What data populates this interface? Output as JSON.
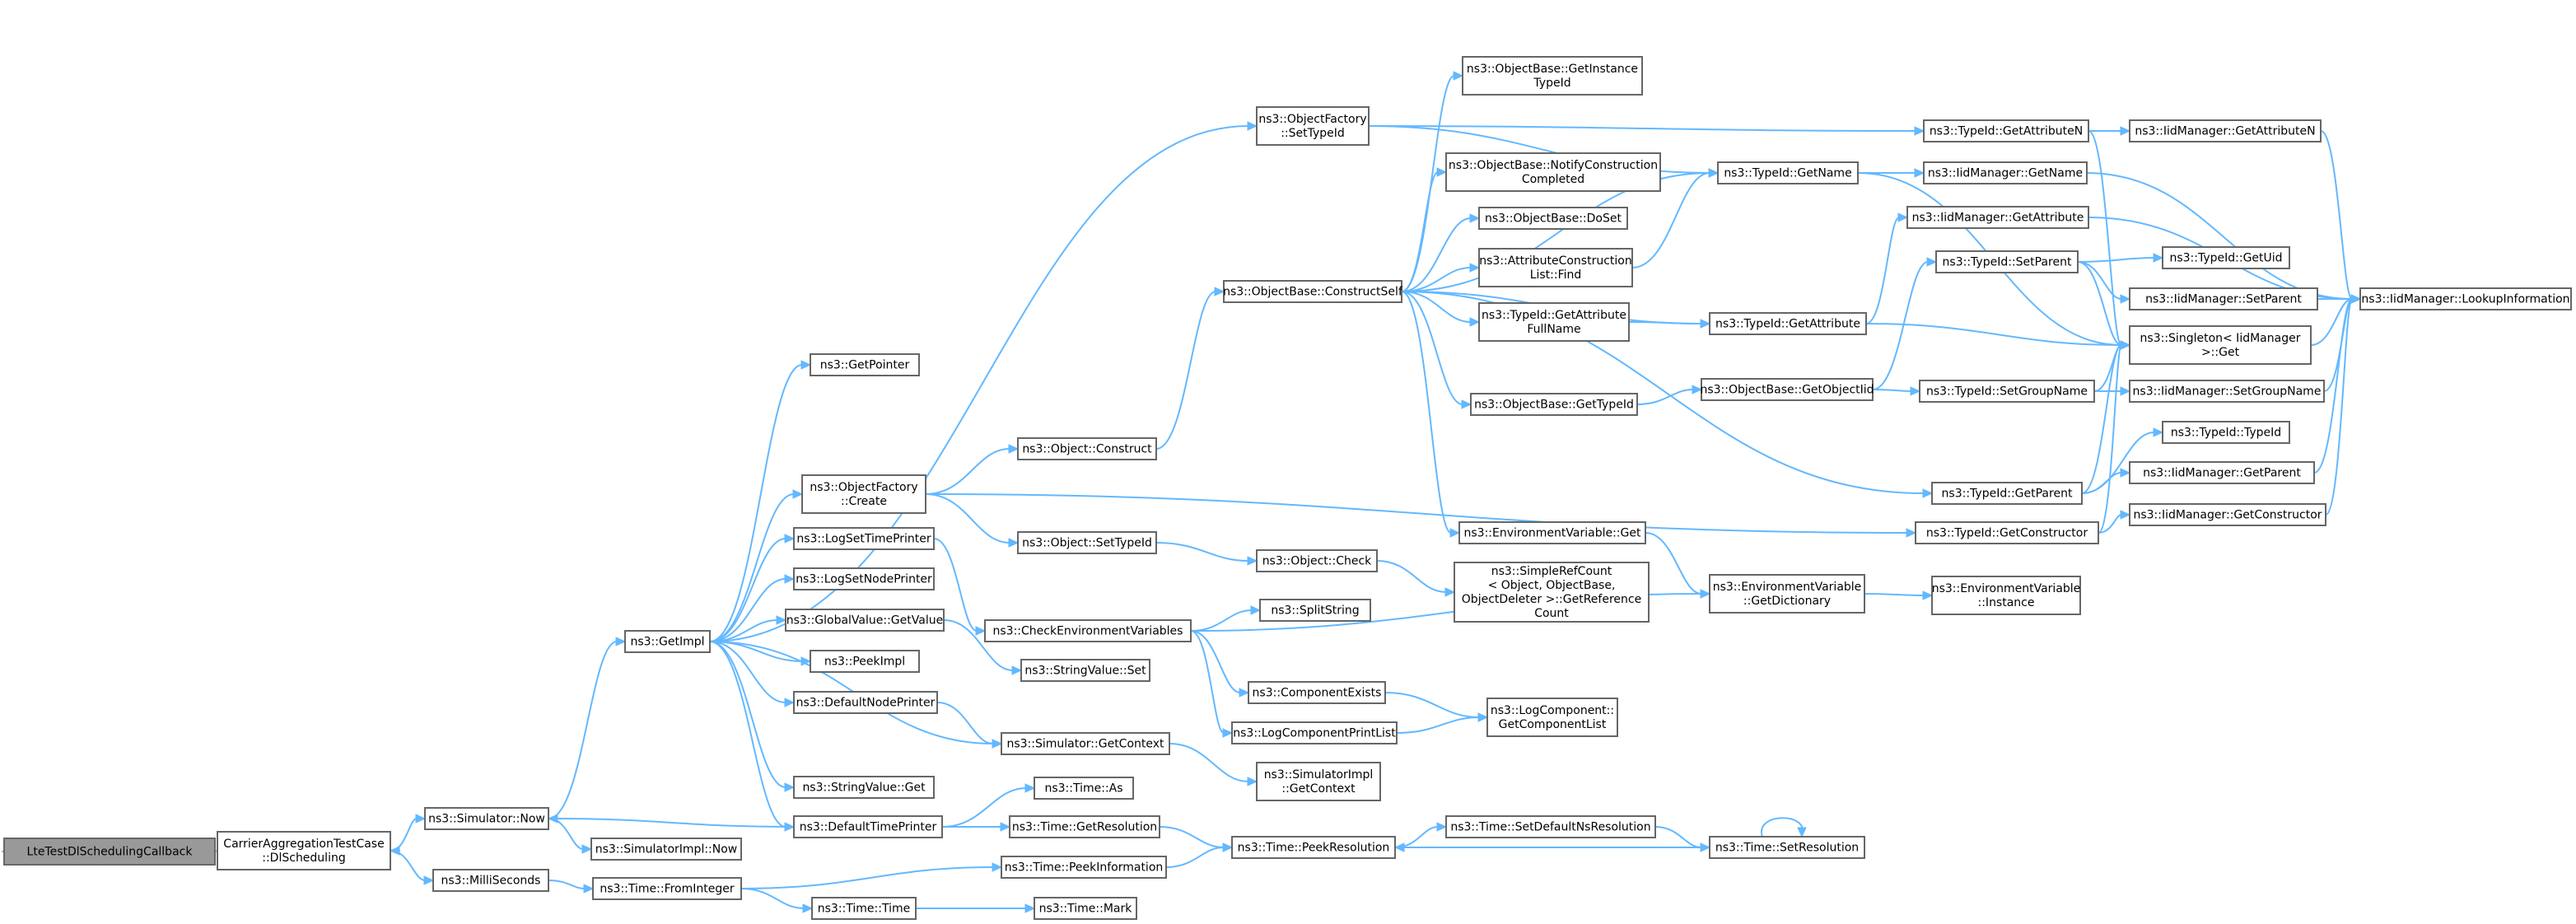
{
  "colors": {
    "edge": "#63b8ff",
    "node_border": "#666666",
    "node_fill": "#ffffff",
    "root_fill": "#999999"
  },
  "nodes": [
    {
      "id": "root",
      "lines": [
        "LteTestDlSchedulingCallback"
      ]
    },
    {
      "id": "dlsched",
      "lines": [
        "CarrierAggregationTestCase",
        "::DlScheduling"
      ]
    },
    {
      "id": "simnow",
      "lines": [
        "ns3::Simulator::Now"
      ]
    },
    {
      "id": "millis",
      "lines": [
        "ns3::MilliSeconds"
      ]
    },
    {
      "id": "getimpl",
      "lines": [
        "ns3::GetImpl"
      ]
    },
    {
      "id": "simimplnow",
      "lines": [
        "ns3::SimulatorImpl::Now"
      ]
    },
    {
      "id": "frominteger",
      "lines": [
        "ns3::Time::FromInteger"
      ]
    },
    {
      "id": "getpointer",
      "lines": [
        "ns3::GetPointer"
      ]
    },
    {
      "id": "ofcreate",
      "lines": [
        "ns3::ObjectFactory",
        "::Create"
      ]
    },
    {
      "id": "logsettime",
      "lines": [
        "ns3::LogSetTimePrinter"
      ]
    },
    {
      "id": "logsetnode",
      "lines": [
        "ns3::LogSetNodePrinter"
      ]
    },
    {
      "id": "gvgetvalue",
      "lines": [
        "ns3::GlobalValue::GetValue"
      ]
    },
    {
      "id": "peekimpl",
      "lines": [
        "ns3::PeekImpl"
      ]
    },
    {
      "id": "defnode",
      "lines": [
        "ns3::DefaultNodePrinter"
      ]
    },
    {
      "id": "svget",
      "lines": [
        "ns3::StringValue::Get"
      ]
    },
    {
      "id": "deftime",
      "lines": [
        "ns3::DefaultTimePrinter"
      ]
    },
    {
      "id": "ofsettypeid",
      "lines": [
        "ns3::ObjectFactory",
        "::SetTypeId"
      ]
    },
    {
      "id": "objconstruct",
      "lines": [
        "ns3::Object::Construct"
      ]
    },
    {
      "id": "objsettypeid",
      "lines": [
        "ns3::Object::SetTypeId"
      ]
    },
    {
      "id": "checkenv",
      "lines": [
        "ns3::CheckEnvironmentVariables"
      ]
    },
    {
      "id": "svset",
      "lines": [
        "ns3::StringValue::Set"
      ]
    },
    {
      "id": "simgetctx",
      "lines": [
        "ns3::Simulator::GetContext"
      ]
    },
    {
      "id": "timeas",
      "lines": [
        "ns3::Time::As"
      ]
    },
    {
      "id": "timegetres",
      "lines": [
        "ns3::Time::GetResolution"
      ]
    },
    {
      "id": "timepeekinfo",
      "lines": [
        "ns3::Time::PeekInformation"
      ]
    },
    {
      "id": "timetime",
      "lines": [
        "ns3::Time::Time"
      ]
    },
    {
      "id": "timemark",
      "lines": [
        "ns3::Time::Mark"
      ]
    },
    {
      "id": "constructself",
      "lines": [
        "ns3::ObjectBase::ConstructSelf"
      ]
    },
    {
      "id": "objcheck",
      "lines": [
        "ns3::Object::Check"
      ]
    },
    {
      "id": "splitstring",
      "lines": [
        "ns3::SplitString"
      ]
    },
    {
      "id": "compexists",
      "lines": [
        "ns3::ComponentExists"
      ]
    },
    {
      "id": "logcompprint",
      "lines": [
        "ns3::LogComponentPrintList"
      ]
    },
    {
      "id": "simimplgetctx",
      "lines": [
        "ns3::SimulatorImpl",
        "::GetContext"
      ]
    },
    {
      "id": "peekres",
      "lines": [
        "ns3::Time::PeekResolution"
      ]
    },
    {
      "id": "obgetinst",
      "lines": [
        "ns3::ObjectBase::GetInstance",
        "TypeId"
      ]
    },
    {
      "id": "obnotify",
      "lines": [
        "ns3::ObjectBase::NotifyConstruction",
        "Completed"
      ]
    },
    {
      "id": "obdoset",
      "lines": [
        "ns3::ObjectBase::DoSet"
      ]
    },
    {
      "id": "acfind",
      "lines": [
        "ns3::AttributeConstruction",
        "List::Find"
      ]
    },
    {
      "id": "tidgetattrfull",
      "lines": [
        "ns3::TypeId::GetAttribute",
        "FullName"
      ]
    },
    {
      "id": "obgettypeid",
      "lines": [
        "ns3::ObjectBase::GetTypeId"
      ]
    },
    {
      "id": "envget",
      "lines": [
        "ns3::EnvironmentVariable::Get"
      ]
    },
    {
      "id": "simplerefcount",
      "lines": [
        "ns3::SimpleRefCount",
        "< Object, ObjectBase,",
        "ObjectDeleter >::GetReference",
        "Count"
      ]
    },
    {
      "id": "lcgetlist",
      "lines": [
        "ns3::LogComponent::",
        "GetComponentList"
      ]
    },
    {
      "id": "setdefnsres",
      "lines": [
        "ns3::Time::SetDefaultNsResolution"
      ]
    },
    {
      "id": "tidgetname",
      "lines": [
        "ns3::TypeId::GetName"
      ]
    },
    {
      "id": "tidgetattr",
      "lines": [
        "ns3::TypeId::GetAttribute"
      ]
    },
    {
      "id": "obgetobjectiid",
      "lines": [
        "ns3::ObjectBase::GetObjectIid"
      ]
    },
    {
      "id": "envgetdict",
      "lines": [
        "ns3::EnvironmentVariable",
        "::GetDictionary"
      ]
    },
    {
      "id": "setres",
      "lines": [
        "ns3::Time::SetResolution"
      ]
    },
    {
      "id": "tidgetattrn",
      "lines": [
        "ns3::TypeId::GetAttributeN"
      ]
    },
    {
      "id": "iidgetname",
      "lines": [
        "ns3::IidManager::GetName"
      ]
    },
    {
      "id": "iidgetattr",
      "lines": [
        "ns3::IidManager::GetAttribute"
      ]
    },
    {
      "id": "tidsetparent",
      "lines": [
        "ns3::TypeId::SetParent"
      ]
    },
    {
      "id": "tidsetgroup",
      "lines": [
        "ns3::TypeId::SetGroupName"
      ]
    },
    {
      "id": "tidgetparent",
      "lines": [
        "ns3::TypeId::GetParent"
      ]
    },
    {
      "id": "tidgetctor",
      "lines": [
        "ns3::TypeId::GetConstructor"
      ]
    },
    {
      "id": "envinstance",
      "lines": [
        "ns3::EnvironmentVariable",
        "::Instance"
      ]
    },
    {
      "id": "iidgetattrn",
      "lines": [
        "ns3::IidManager::GetAttributeN"
      ]
    },
    {
      "id": "tidgetuid",
      "lines": [
        "ns3::TypeId::GetUid"
      ]
    },
    {
      "id": "iidsetparent",
      "lines": [
        "ns3::IidManager::SetParent"
      ]
    },
    {
      "id": "singleton",
      "lines": [
        "ns3::Singleton< IidManager",
        "  >::Get"
      ]
    },
    {
      "id": "iidsetgroup",
      "lines": [
        "ns3::IidManager::SetGroupName"
      ]
    },
    {
      "id": "tidtypeid",
      "lines": [
        "ns3::TypeId::TypeId"
      ]
    },
    {
      "id": "iidgetparent",
      "lines": [
        "ns3::IidManager::GetParent"
      ]
    },
    {
      "id": "iidgetctor",
      "lines": [
        "ns3::IidManager::GetConstructor"
      ]
    },
    {
      "id": "iidlookup",
      "lines": [
        "ns3::IidManager::LookupInformation"
      ]
    }
  ],
  "edges": [
    [
      "root",
      "dlsched"
    ],
    [
      "dlsched",
      "simnow"
    ],
    [
      "dlsched",
      "millis"
    ],
    [
      "simnow",
      "getimpl"
    ],
    [
      "simnow",
      "simimplnow"
    ],
    [
      "millis",
      "frominteger"
    ],
    [
      "getimpl",
      "getpointer"
    ],
    [
      "getimpl",
      "ofcreate"
    ],
    [
      "getimpl",
      "logsettime"
    ],
    [
      "getimpl",
      "logsetnode"
    ],
    [
      "getimpl",
      "gvgetvalue"
    ],
    [
      "getimpl",
      "peekimpl"
    ],
    [
      "getimpl",
      "defnode"
    ],
    [
      "getimpl",
      "svget"
    ],
    [
      "getimpl",
      "deftime"
    ],
    [
      "getimpl",
      "ofsettypeid"
    ],
    [
      "getimpl",
      "simgetctx"
    ],
    [
      "deftime",
      "simnow"
    ],
    [
      "deftime",
      "timeas"
    ],
    [
      "deftime",
      "timegetres"
    ],
    [
      "ofcreate",
      "objconstruct"
    ],
    [
      "ofcreate",
      "objsettypeid"
    ],
    [
      "ofcreate",
      "tidgetctor"
    ],
    [
      "logsettime",
      "checkenv"
    ],
    [
      "gvgetvalue",
      "svset"
    ],
    [
      "defnode",
      "simgetctx"
    ],
    [
      "frominteger",
      "timepeekinfo"
    ],
    [
      "frominteger",
      "timetime"
    ],
    [
      "timetime",
      "timemark"
    ],
    [
      "objconstruct",
      "constructself"
    ],
    [
      "objsettypeid",
      "objcheck"
    ],
    [
      "checkenv",
      "splitstring"
    ],
    [
      "checkenv",
      "compexists"
    ],
    [
      "checkenv",
      "logcompprint"
    ],
    [
      "checkenv",
      "envgetdict"
    ],
    [
      "simgetctx",
      "simimplgetctx"
    ],
    [
      "timegetres",
      "peekres"
    ],
    [
      "timepeekinfo",
      "peekres"
    ],
    [
      "ofsettypeid",
      "tidgetname"
    ],
    [
      "ofsettypeid",
      "tidgetattrn"
    ],
    [
      "constructself",
      "obgetinst"
    ],
    [
      "constructself",
      "obnotify"
    ],
    [
      "constructself",
      "obdoset"
    ],
    [
      "constructself",
      "acfind"
    ],
    [
      "constructself",
      "tidgetattrfull"
    ],
    [
      "constructself",
      "obgettypeid"
    ],
    [
      "constructself",
      "envget"
    ],
    [
      "constructself",
      "tidgetname"
    ],
    [
      "constructself",
      "tidgetattr"
    ],
    [
      "constructself",
      "tidgetparent"
    ],
    [
      "objcheck",
      "simplerefcount"
    ],
    [
      "compexists",
      "lcgetlist"
    ],
    [
      "logcompprint",
      "lcgetlist"
    ],
    [
      "peekres",
      "setdefnsres"
    ],
    [
      "setdefnsres",
      "setres"
    ],
    [
      "setres",
      "peekres"
    ],
    [
      "setres",
      "setres"
    ],
    [
      "acfind",
      "tidgetname"
    ],
    [
      "tidgetattrfull",
      "tidgetattr"
    ],
    [
      "obgettypeid",
      "obgetobjectiid"
    ],
    [
      "envget",
      "envgetdict"
    ],
    [
      "envgetdict",
      "envinstance"
    ],
    [
      "tidgetname",
      "iidgetname"
    ],
    [
      "tidgetname",
      "singleton"
    ],
    [
      "tidgetattr",
      "iidgetattr"
    ],
    [
      "tidgetattr",
      "singleton"
    ],
    [
      "obgetobjectiid",
      "tidsetparent"
    ],
    [
      "obgetobjectiid",
      "tidsetgroup"
    ],
    [
      "tidgetattrn",
      "iidgetattrn"
    ],
    [
      "tidgetattrn",
      "singleton"
    ],
    [
      "iidgetname",
      "iidlookup"
    ],
    [
      "iidgetattr",
      "iidlookup"
    ],
    [
      "tidsetparent",
      "tidgetuid"
    ],
    [
      "tidsetparent",
      "iidsetparent"
    ],
    [
      "tidsetparent",
      "singleton"
    ],
    [
      "tidsetgroup",
      "iidsetgroup"
    ],
    [
      "tidsetgroup",
      "singleton"
    ],
    [
      "tidgetparent",
      "tidtypeid"
    ],
    [
      "tidgetparent",
      "iidgetparent"
    ],
    [
      "tidgetparent",
      "singleton"
    ],
    [
      "tidgetctor",
      "iidgetctor"
    ],
    [
      "tidgetctor",
      "singleton"
    ],
    [
      "iidgetattrn",
      "iidlookup"
    ],
    [
      "iidsetparent",
      "iidlookup"
    ],
    [
      "singleton",
      "iidlookup"
    ],
    [
      "iidsetgroup",
      "iidlookup"
    ],
    [
      "iidgetparent",
      "iidlookup"
    ],
    [
      "iidgetctor",
      "iidlookup"
    ]
  ]
}
